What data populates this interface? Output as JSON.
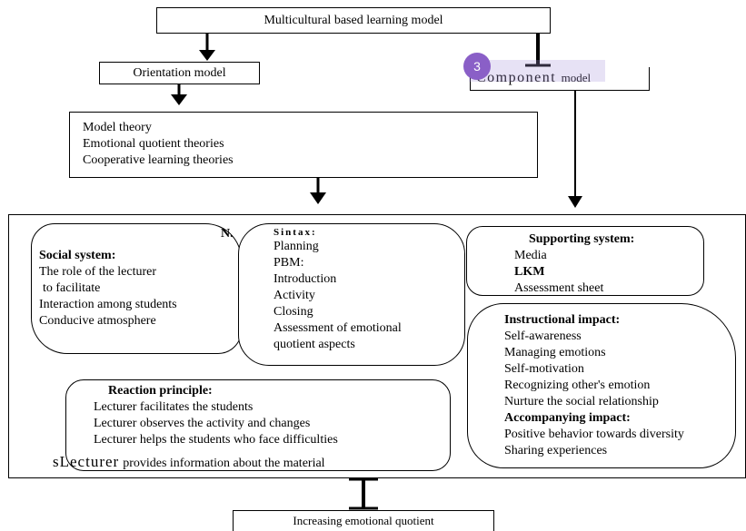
{
  "title": "Multicultural based learning model",
  "orientation": "Orientation model",
  "component": {
    "badge": "3",
    "prefix": "Component",
    "suffix": "model"
  },
  "theories": [
    "Model theory",
    "Emotional quotient theories",
    "Cooperative learning theories"
  ],
  "social": {
    "heading": "Social system:",
    "lines": [
      "The role of the lecturer",
      "to facilitate",
      "Interaction among students",
      "Conducive atmosphere"
    ]
  },
  "n_mark": "N.",
  "sintax": {
    "heading": "Sintax:",
    "lines": [
      "Planning",
      "PBM:",
      "Introduction",
      "Activity",
      "Closing",
      "Assessment of emotional",
      "quotient aspects"
    ]
  },
  "supporting": {
    "heading": "Supporting system:",
    "lines": [
      "Media",
      "LKM",
      "Assessment sheet"
    ]
  },
  "instructional": {
    "heading": "Instructional impact:",
    "lines": [
      "Self-awareness",
      "Managing emotions",
      "Self-motivation",
      "Recognizing other's emotion",
      "Nurture the social relationship"
    ],
    "accompanying_heading": "Accompanying impact:",
    "accompanying_lines": [
      "Positive behavior towards diversity",
      "Sharing experiences"
    ]
  },
  "reaction": {
    "heading": "Reaction principle:",
    "lines": [
      "Lecturer facilitates the students",
      "Lecturer observes the activity and changes",
      "Lecturer helps the students who face difficulties"
    ],
    "last_prefix": "sLecturer",
    "last_rest": "provides information about the material"
  },
  "result": "Increasing emotional quotient"
}
